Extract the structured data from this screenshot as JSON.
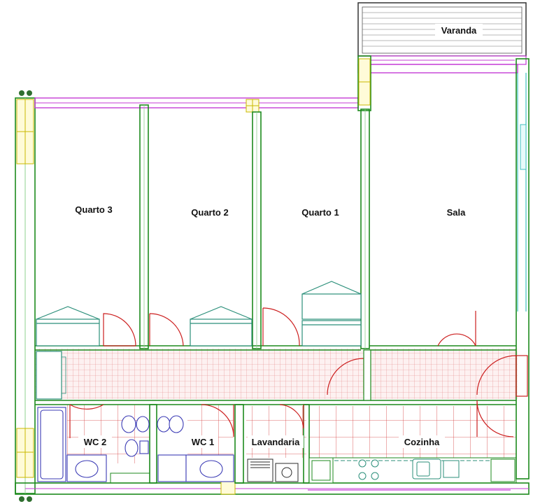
{
  "rooms": {
    "varanda": "Varanda",
    "quarto3": "Quarto 3",
    "quarto2": "Quarto 2",
    "quarto1": "Quarto 1",
    "sala": "Sala",
    "wc2": "WC 2",
    "wc1": "WC 1",
    "lavandaria": "Lavandaria",
    "cozinha": "Cozinha"
  },
  "colors": {
    "wall": "#1d8a1d",
    "wall_light": "#8fd08f",
    "window": "#c53dd6",
    "door": "#cc1f1f",
    "tile": "#e86b6b",
    "furniture": "#2b8f7a",
    "fixture": "#3b3bb5",
    "glass": "#40c0c0"
  }
}
